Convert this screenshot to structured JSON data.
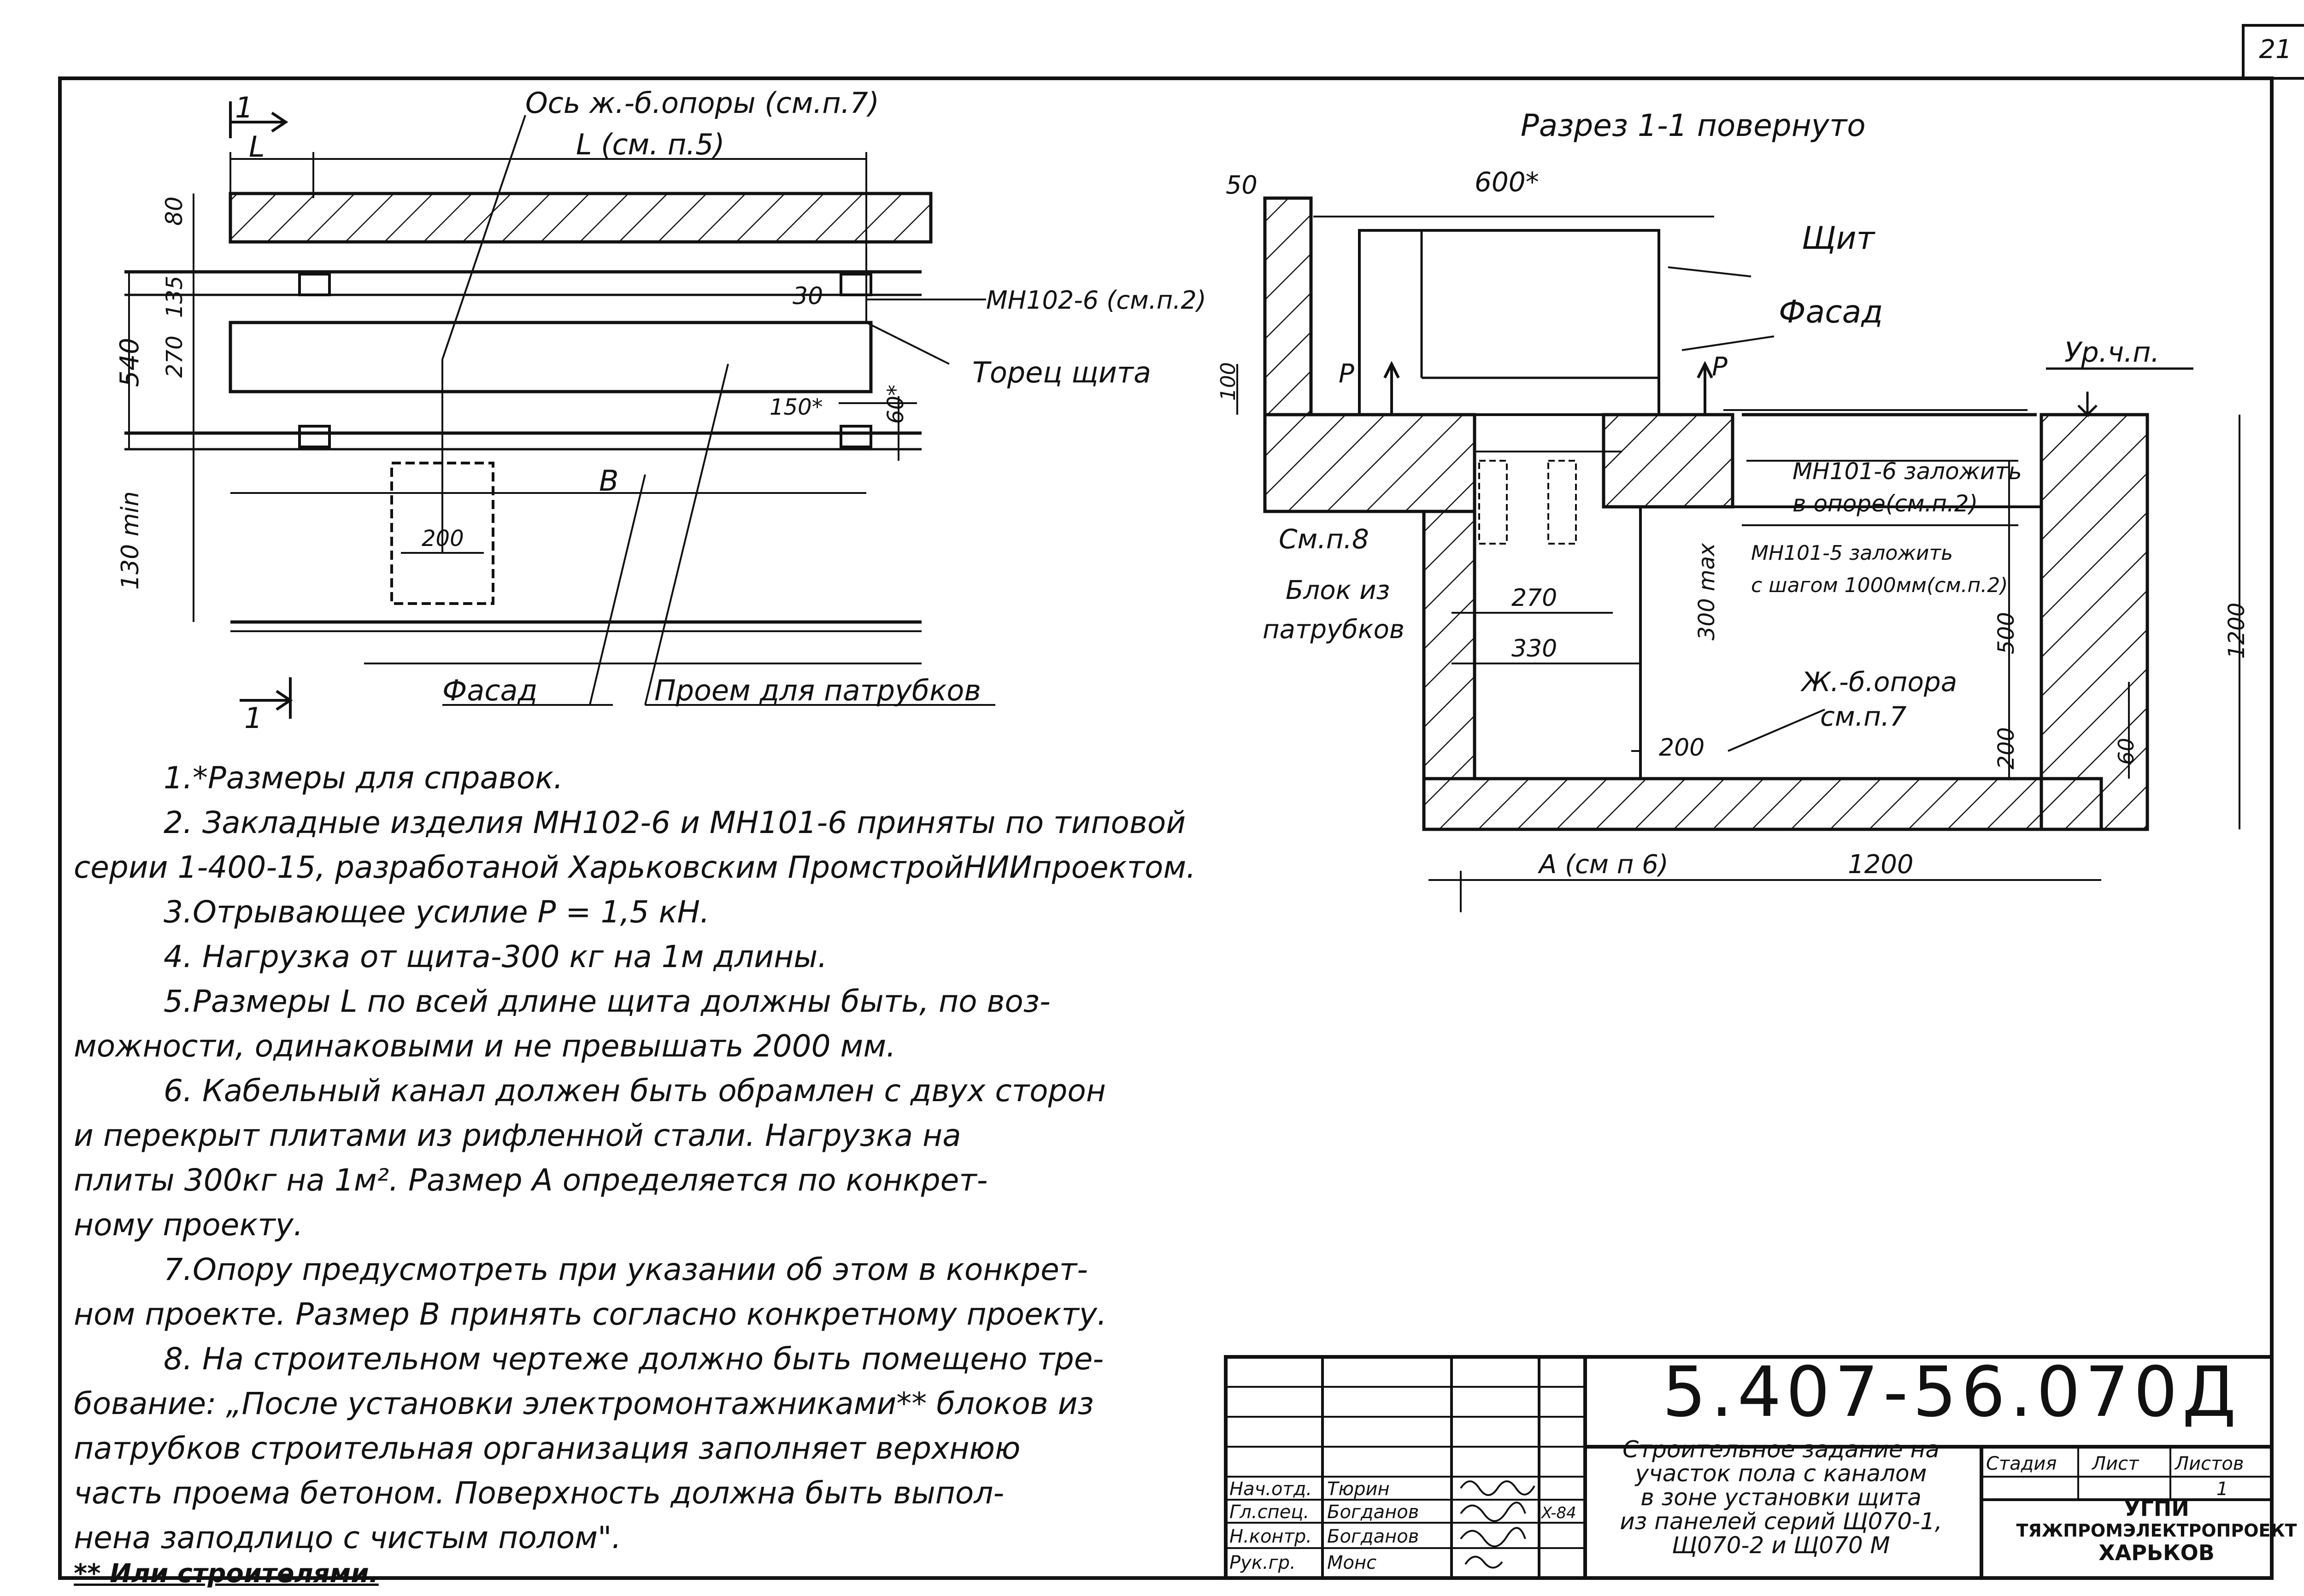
{
  "page_number": "21",
  "plan_view": {
    "section_mark_top": "1",
    "section_mark_bottom": "1",
    "dim_L_small": "L",
    "label_axis": "Ось ж.-б.опоры (см.п.7)",
    "label_L": "L (см. п.5)",
    "dim_80": "80",
    "dim_135": "135",
    "dim_270": "270",
    "dim_540": "540",
    "dim_30": "30",
    "label_mn102": "МН102-6 (см.п.2)",
    "label_torec": "Торец щита",
    "dim_150": "150*",
    "dim_60": "60*",
    "label_B": "В",
    "dim_130": "130 min",
    "dim_200": "200",
    "label_fasad": "Фасад",
    "label_proem": "Проем для патрубков"
  },
  "section_view": {
    "title": "Разрез 1-1 повернуто",
    "dim_50": "50",
    "dim_600": "600*",
    "label_shield": "Щит",
    "label_fasad": "Фасад",
    "label_P_left": "P",
    "label_P_right": "P",
    "dim_100": "100",
    "label_floor": "Ур.ч.п.",
    "label_mn101_lay": "МН101-6 заложить",
    "label_mn101_lay2": "в опоре(см.п.2)",
    "label_mn101_step": "МН101-5 заложить",
    "label_mn101_step2": "с шагом 1000мм(см.п.2)",
    "label_see8": "См.п.8",
    "label_block1": "Блок из",
    "label_block2": "патрубков",
    "dim_300max": "300 max",
    "dim_270": "270",
    "dim_330": "330",
    "dim_500": "500",
    "dim_1200_v": "1200",
    "label_support1": "Ж.-б.опора",
    "label_support2": "см.п.7",
    "dim_200_a": "200",
    "dim_200_b": "200",
    "dim_60": "60",
    "label_A": "А (см п 6)",
    "dim_1200_h": "1200"
  },
  "notes": [
    "1.*Размеры для справок.",
    "2. Закладные изделия МН102-6 и МН101-6 приняты по типовой",
    "серии 1-400-15, разработаной Харьковским ПромстройНИИпроектом.",
    "3.Отрывающее усилие P = 1,5 кН.",
    "4. Нагрузка от щита-300 кг на 1м длины.",
    "5.Размеры L по всей длине щита должны быть, по воз-",
    "можности, одинаковыми и не превышать 2000 мм.",
    "6. Кабельный канал должен быть обрамлен с двух сторон",
    "и перекрыт плитами из рифленной стали. Нагрузка на",
    "плиты 300кг на 1м². Размер А определяется по конкрет-",
    "ному проекту.",
    "7.Опору предусмотреть при указании об этом в конкрет-",
    "ном проекте. Размер В принять согласно конкретному проекту.",
    "8. На строительном чертеже должно быть помещено тре-",
    "бование: „После установки электромонтажниками** блоков из",
    "патрубков строительная организация заполняет верхнюю",
    "часть проема бетоном. Поверхность должна быть выпол-",
    "нена заподлицо с чистым полом\".",
    "** Или строителями."
  ],
  "title_block": {
    "code": "5.407-56.070Д",
    "title": "Строительное задание на участок пола с каналом в зоне установки щита из панелей серий Щ070-1, Щ070-2 и Щ070 М",
    "title_lines": [
      "Строительное задание на",
      "участок пола с каналом",
      "в зоне установки щита",
      "из панелей серий Щ070-1,",
      "Щ070-2 и Щ070 М"
    ],
    "stage_header": "Стадия",
    "sheet_header": "Лист",
    "sheets_header": "Листов",
    "sheets_value": "1",
    "org_lines": [
      "УГПИ",
      "ТЯЖПРОМЭЛЕКТРОПРОЕКТ",
      "ХАРЬКОВ"
    ],
    "date": "X-84",
    "staff": [
      {
        "role": "Нач.отд.",
        "name": "Тюрин"
      },
      {
        "role": "Гл.спец.",
        "name": "Богданов"
      },
      {
        "role": "Н.контр.",
        "name": "Богданов"
      },
      {
        "role": "Рук.гр.",
        "name": "Монс"
      }
    ]
  }
}
